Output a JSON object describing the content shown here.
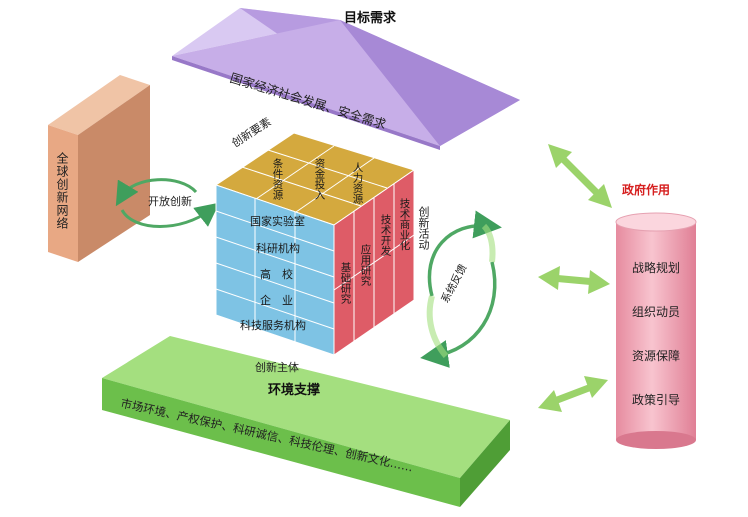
{
  "goal": {
    "title": "目标需求",
    "text": "国家经济社会发展、安全需求"
  },
  "global_network": {
    "label": "全球创新网络"
  },
  "open_innovation": {
    "label": "开放创新"
  },
  "cube": {
    "top_axis_label": "创新要素",
    "top_cells": [
      "条件资源",
      "资金投入",
      "人力资源"
    ],
    "front_axis_label": "创新主体",
    "front_rows": [
      "国家实验室",
      "科研机构",
      "高　校",
      "企　业",
      "科技服务机构"
    ],
    "side_axis_label": "创新活动",
    "side_columns": [
      "基础研究",
      "应用研究",
      "技术开发",
      "技术商业化"
    ]
  },
  "feedback": {
    "label": "系统反馈"
  },
  "environment": {
    "title": "环境支撑",
    "text": "市场环境、产权保护、科研诚信、科技伦理、创新文化……"
  },
  "government": {
    "title": "政府作用",
    "items": [
      "战略规划",
      "组织动员",
      "资源保障",
      "政策引导"
    ]
  },
  "colors": {
    "roof": "#b79be0",
    "global_box": "#e8a884",
    "cube_top": "#d4a93e",
    "cube_front": "#7ec3e4",
    "cube_side": "#de5c67",
    "platform": "#8ed46a",
    "cylinder": "#f2a7b6",
    "arrow": "#9bd36a",
    "gov_title": "#d61f1f"
  }
}
